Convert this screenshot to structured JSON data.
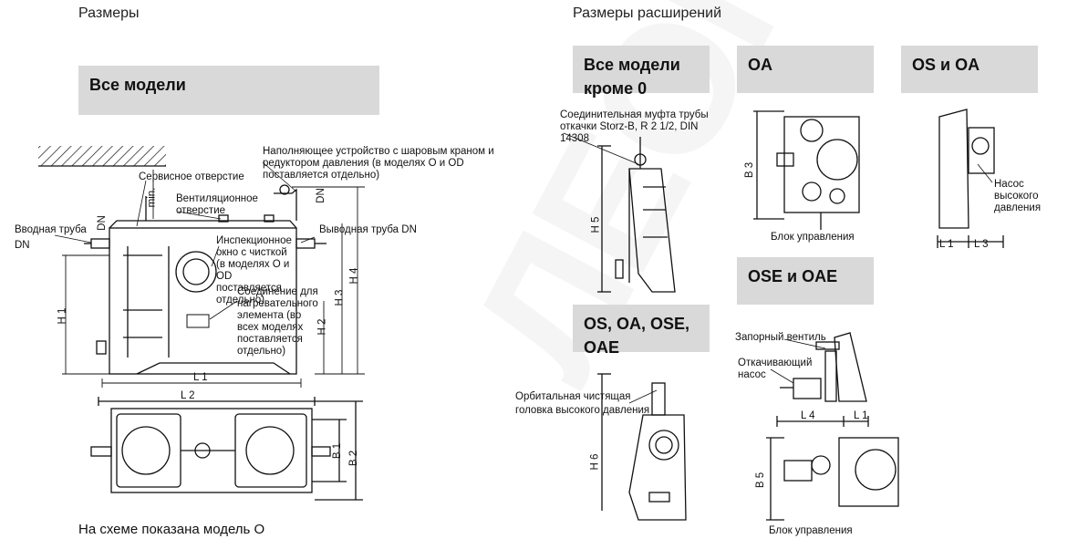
{
  "left_title": "Размеры",
  "right_title": "Размеры расширений",
  "boxes": {
    "all_models": "Все модели",
    "all_except_o": "Все модели кроме 0",
    "oa": "OA",
    "os_oa": "OS и OA",
    "ose_oae": "OSE и OAE",
    "os_oa_ose_oae": "OS, OA, OSE, OAE"
  },
  "labels": {
    "fill_device": "Наполняющее устройство с шаровым краном и редуктором давления (в моделях O и OD поставляется отдельно)",
    "service_hole": "Сервисное отверстие",
    "vent_hole": "Вентиляционное отверстие",
    "inlet_pipe": "Вводная труба DN",
    "outlet_pipe": "Выводная труба DN",
    "inspection_window": "Инспекционное окно с чисткой (в моделях O и OD поставляется отдельно)",
    "heating_connection": "Соединение для нагревательного элемента (во всех моделях поставляется отдельно)",
    "storz_coupling": "Соединительная муфта трубы откачки Storz-B, R 2 1/2, DIN 14308",
    "control_unit_1": "Блок управления",
    "hp_pump": "Насос высокого давления",
    "shutoff_valve": "Запорный вентиль",
    "drain_pump": "Откачивающий насос",
    "control_unit_2": "Блок управления",
    "orbital_head": "Орбитальная чистящая головка высокого давления"
  },
  "dims": {
    "h1": "H 1",
    "h2": "H 2",
    "h3": "H 3",
    "h4": "H 4",
    "h5": "H 5",
    "h6": "H 6",
    "l1": "L 1",
    "l2": "L 2",
    "l3": "L 3",
    "l4": "L 4",
    "b1": "B 1",
    "b2": "B 2",
    "b3": "B 3",
    "b5": "B 5",
    "min": "min.",
    "dn": "DN"
  },
  "caption": "На схеме показана модель O"
}
